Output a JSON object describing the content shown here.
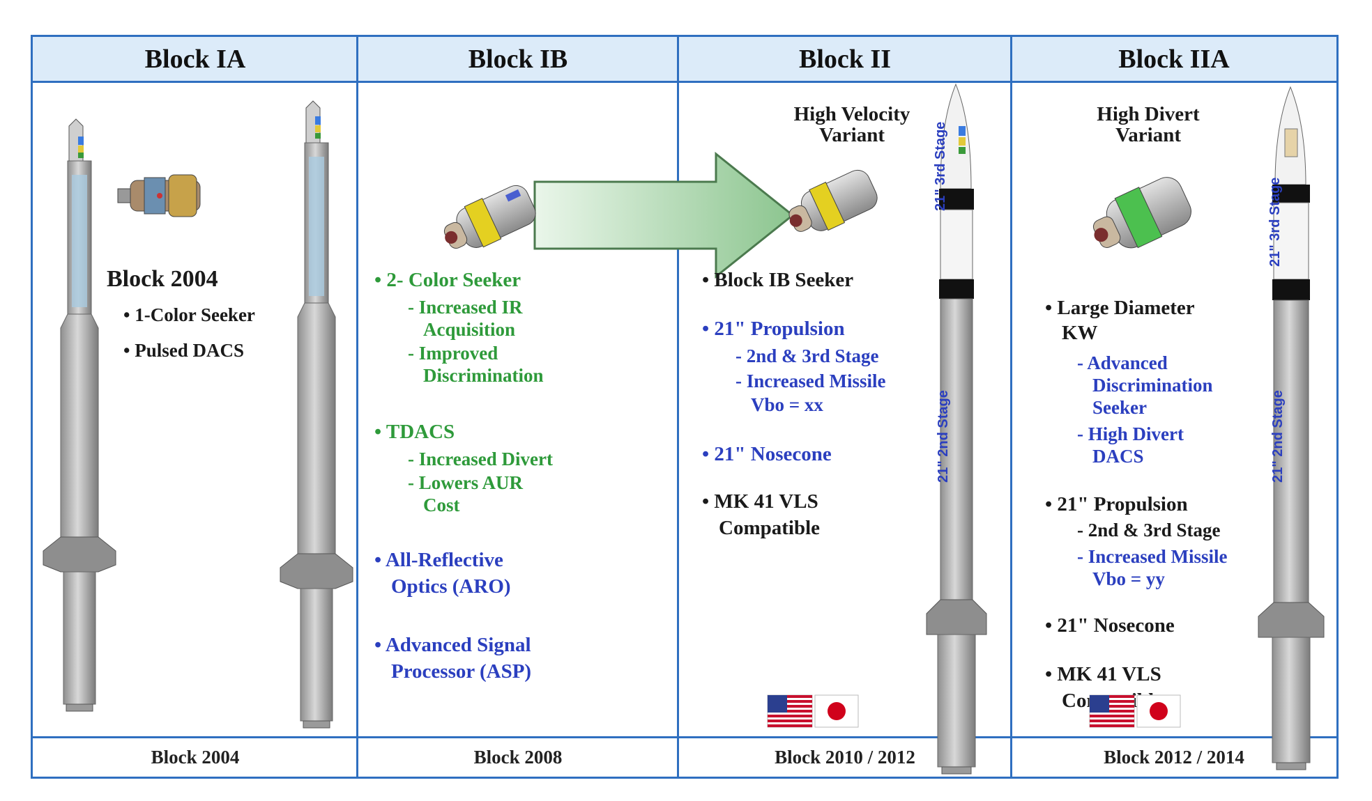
{
  "columns": [
    {
      "header": "Block IA",
      "footer": "Block 2004",
      "subtitle": "Block 2004",
      "bullets": [
        "1-Color Seeker",
        "Pulsed DACS"
      ]
    },
    {
      "header": "Block IB",
      "footer": "Block 2008",
      "items": [
        {
          "label": "2- Color Seeker",
          "subs": [
            "Increased IR",
            "Acquisition",
            "Improved",
            "Discrimination"
          ]
        },
        {
          "label": "TDACS",
          "subs": [
            "Increased Divert",
            "Lowers AUR",
            "Cost"
          ]
        },
        {
          "label": "All-Reflective",
          "label2": "Optics (ARO)"
        },
        {
          "label": "Advanced Signal",
          "label2": "Processor (ASP)"
        }
      ]
    },
    {
      "header": "Block II",
      "footer": "Block 2010 / 2012",
      "variant": [
        "High Velocity",
        "Variant"
      ],
      "items": [
        {
          "label": "Block IB Seeker"
        },
        {
          "label": "21\" Propulsion",
          "subs": [
            "2nd & 3rd Stage",
            "Increased Missile",
            "Vbo = xx"
          ]
        },
        {
          "label": "21\" Nosecone"
        },
        {
          "label": "MK 41 VLS",
          "label2": "Compatible"
        }
      ],
      "stage_labels": [
        "21\" 3rd Stage",
        "21\" 2nd Stage"
      ]
    },
    {
      "header": "Block IIA",
      "footer": "Block 2012 / 2014",
      "variant": [
        "High Divert",
        "Variant"
      ],
      "items": [
        {
          "label": "Large Diameter",
          "label2": "KW",
          "subs": [
            "Advanced",
            "Discrimination",
            "Seeker",
            "High Divert",
            "DACS"
          ]
        },
        {
          "label": "21\" Propulsion",
          "subs": [
            "2nd & 3rd Stage",
            "Increased Missile",
            "Vbo = yy"
          ]
        },
        {
          "label": "21\" Nosecone"
        },
        {
          "label": "MK 41 VLS",
          "label2": "Compatible"
        }
      ],
      "stage_labels": [
        "21\" 3rd Stage",
        "21\" 2nd Stage"
      ]
    }
  ],
  "colors": {
    "border": "#2f6fc0",
    "header_bg": "#dcebf9",
    "green": "#2e9a3a",
    "blue": "#2b3fbf",
    "arrow": "#9fd3a6"
  },
  "icons": [
    "missile-illustration",
    "kill-vehicle-illustration",
    "progression-arrow",
    "us-flag-icon",
    "japan-flag-icon"
  ]
}
